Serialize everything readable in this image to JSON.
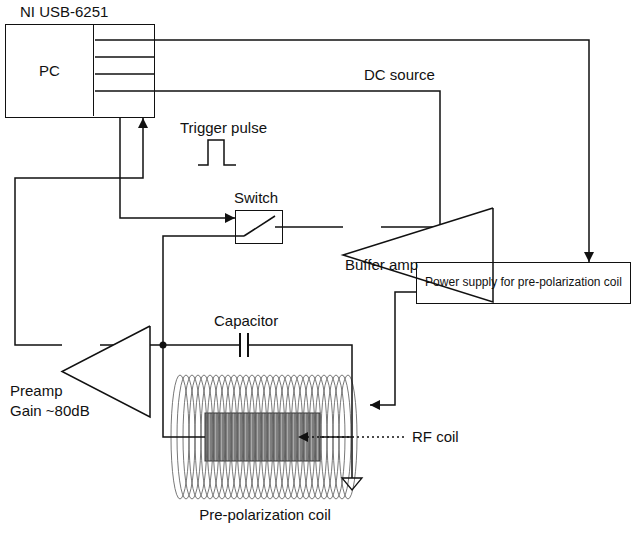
{
  "diagram": {
    "nodes": [
      {
        "text": [
          "NI USB-6251"
        ]
      },
      {
        "text": [
          "PC"
        ],
        "in": 0
      },
      {
        "text": [
          "Switch"
        ]
      },
      {
        "text": [
          "Buffer amp"
        ]
      },
      {
        "text": [
          "Preamp",
          "Gain ~80dB"
        ]
      },
      {
        "text": [
          "Power supply for pre-polarization coil"
        ]
      },
      {
        "text": [
          "Pre-polarization coil"
        ]
      }
    ],
    "edges": [
      {
        "from": 0,
        "to": 5,
        "arrow": "to"
      },
      {
        "from": 0,
        "to": 2,
        "arrow": "to",
        "label": "Trigger pulse"
      },
      {
        "from": 0,
        "to": 3,
        "arrow": "none",
        "label": "DC source"
      },
      {
        "from": 3,
        "to": 2,
        "arrow": "none"
      },
      {
        "from": 2,
        "to": 4,
        "arrow": "none"
      },
      {
        "from": 4,
        "to": 0,
        "arrow": "to"
      },
      {
        "from": 5,
        "to": 6,
        "arrow": "to"
      }
    ],
    "labels": [
      "Capacitor",
      "RF coil"
    ]
  }
}
